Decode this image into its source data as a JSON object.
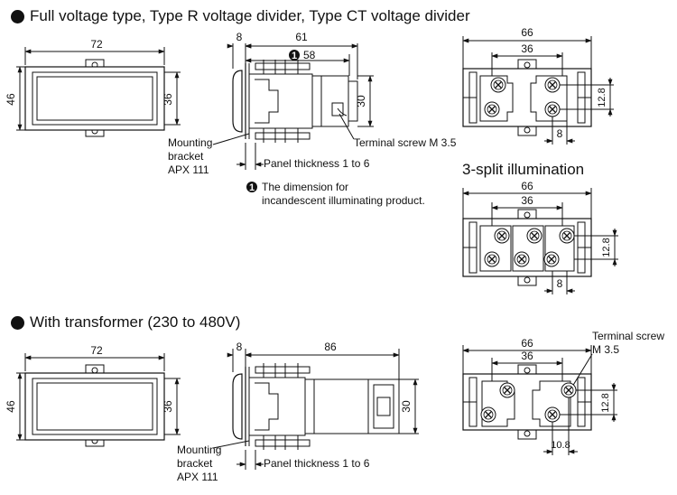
{
  "headings": {
    "top": "Full voltage type, Type R voltage divider, Type CT voltage divider",
    "split": "3-split illumination",
    "bottom": "With transformer (230 to 480V)"
  },
  "top_front": {
    "width": "72",
    "height_outer": "46",
    "height_inner": "36"
  },
  "top_side": {
    "bezel": "8",
    "length": "61",
    "marker": "1",
    "length_incandescent": "58",
    "height": "30",
    "mounting_bracket": [
      "Mounting",
      "bracket",
      "APX 111"
    ],
    "terminal_screw": "Terminal screw M 3.5",
    "panel_thickness": "Panel thickness 1 to 6",
    "note": [
      "The dimension for",
      "incandescent illuminating product."
    ]
  },
  "top_rear": {
    "width_outer": "66",
    "width_inner": "36",
    "pitch_v": "12.8",
    "pitch_h": "8"
  },
  "split_rear": {
    "width_outer": "66",
    "width_inner": "36",
    "pitch_v": "12.8",
    "pitch_h": "8"
  },
  "bottom_front": {
    "width": "72",
    "height_outer": "46",
    "height_inner": "36"
  },
  "bottom_side": {
    "bezel": "8",
    "length": "86",
    "height": "30",
    "mounting_bracket": [
      "Mounting",
      "bracket",
      "APX 111"
    ],
    "panel_thickness": "Panel thickness 1 to 6"
  },
  "bottom_rear": {
    "width_outer": "66",
    "width_inner": "36",
    "pitch_v": "12.8",
    "pitch_h": "10.8",
    "terminal_screw": [
      "Terminal screw",
      "M 3.5"
    ]
  }
}
